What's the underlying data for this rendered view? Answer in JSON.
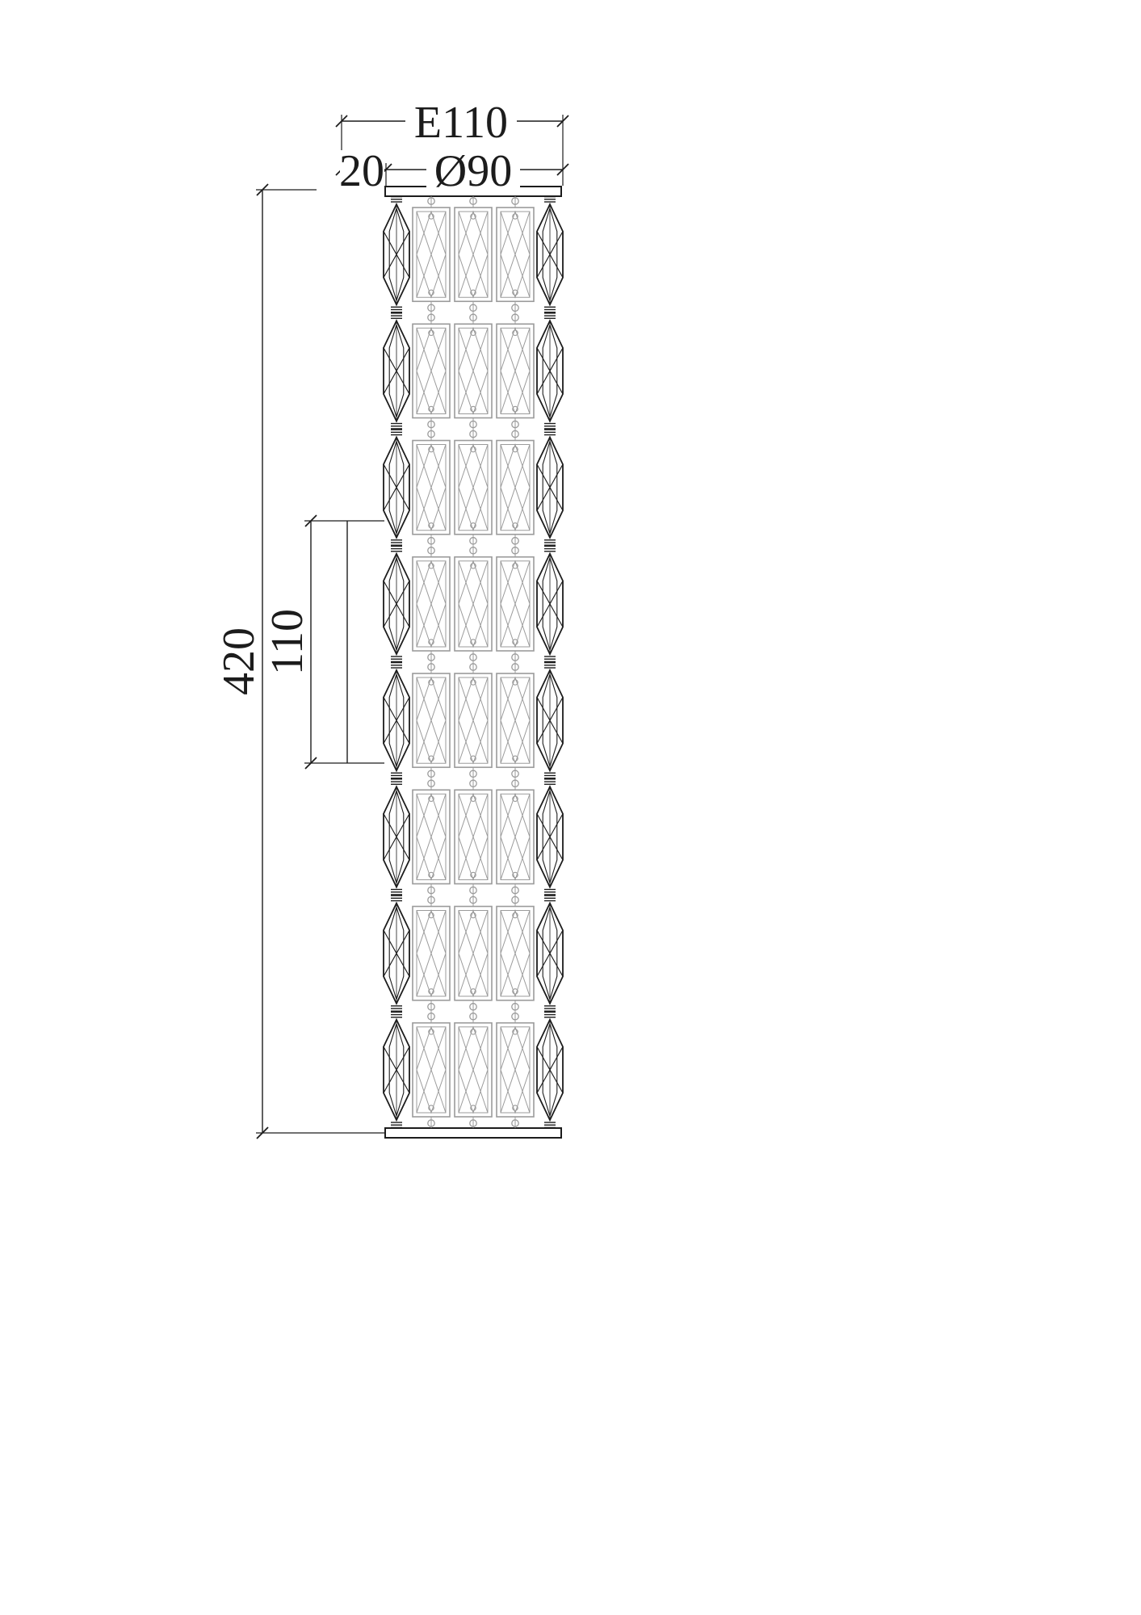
{
  "drawing": {
    "title": "crystal-wall-lamp-dimension-drawing",
    "labels": {
      "top_width": "E110",
      "edge_offset": "20",
      "diameter": "Ø90",
      "total_height": "420",
      "segment_height": "110"
    },
    "structure": {
      "rows": 8,
      "middle_columns": 3,
      "side_strands": 2
    },
    "colors": {
      "line": "#1c1c1c",
      "panel": "#9b9b9b",
      "background": "#ffffff"
    }
  }
}
